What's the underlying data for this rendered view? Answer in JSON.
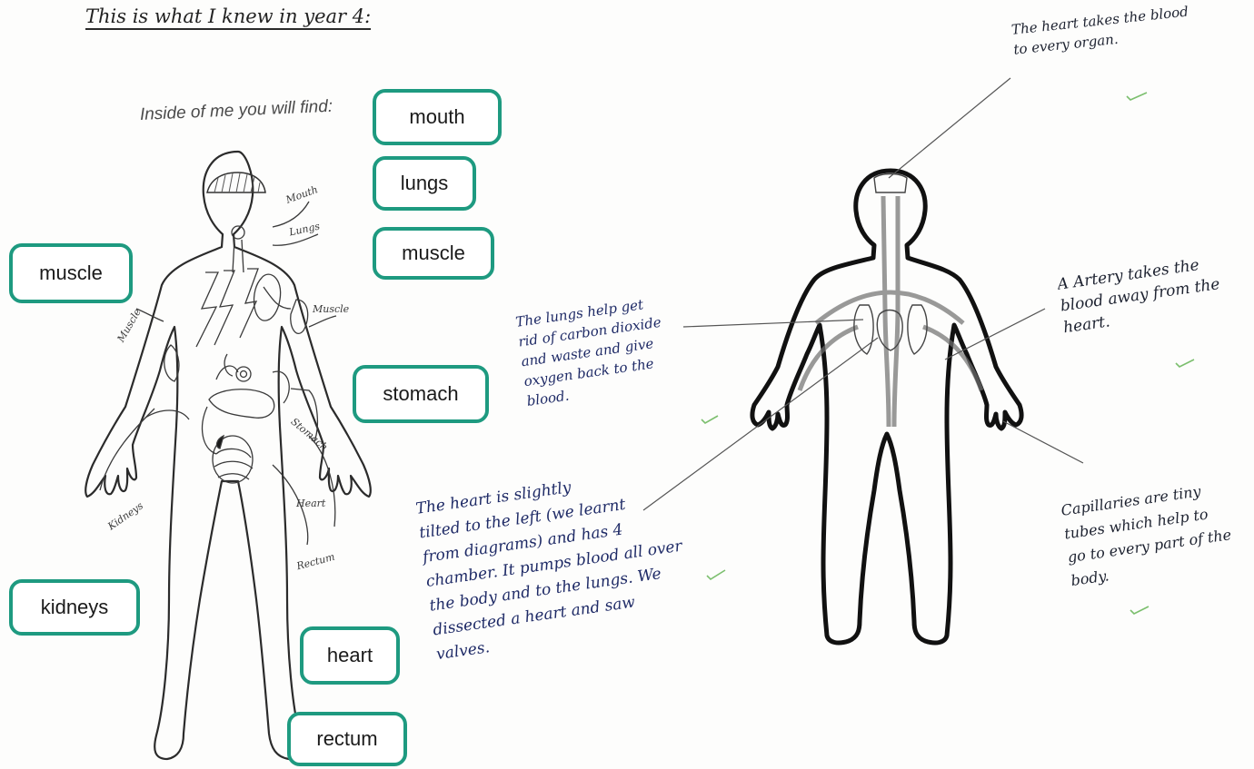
{
  "title": "This is what I knew in year 4:",
  "prompt": "Inside of me you will find:",
  "labels": {
    "mouth": "mouth",
    "lungs": "lungs",
    "muscle_right": "muscle",
    "muscle_left": "muscle",
    "stomach": "stomach",
    "kidneys": "kidneys",
    "heart": "heart",
    "rectum": "rectum"
  },
  "scribbles": {
    "mouth": "Mouth",
    "lungs": "Lungs",
    "muscle_left": "Muscle",
    "muscle_right": "Muscle",
    "stomach": "Stomach",
    "kidneys": "Kidneys",
    "heart": "Heart",
    "rectum": "Rectum"
  },
  "notes": {
    "heart_blood": "The heart takes the blood\nto every organ.",
    "artery": "A Artery takes the\nblood away from the\nheart.",
    "lungs": "The lungs help get\nrid of carbon dioxide\nand waste and give\noxygen back to the\nblood.",
    "heart_detail": "The heart is slightly\ntilted to the left (we learnt\nfrom diagrams) and has 4\nchamber. It pumps blood all over\nthe body and to the lungs. We\ndissected a heart and saw\nvalves.",
    "capillaries": "Capillaries are tiny\ntubes which help to\ngo to every part of the\nbody."
  },
  "colors": {
    "label_border": "#1e9a80",
    "tick": "#7cbf6e"
  }
}
